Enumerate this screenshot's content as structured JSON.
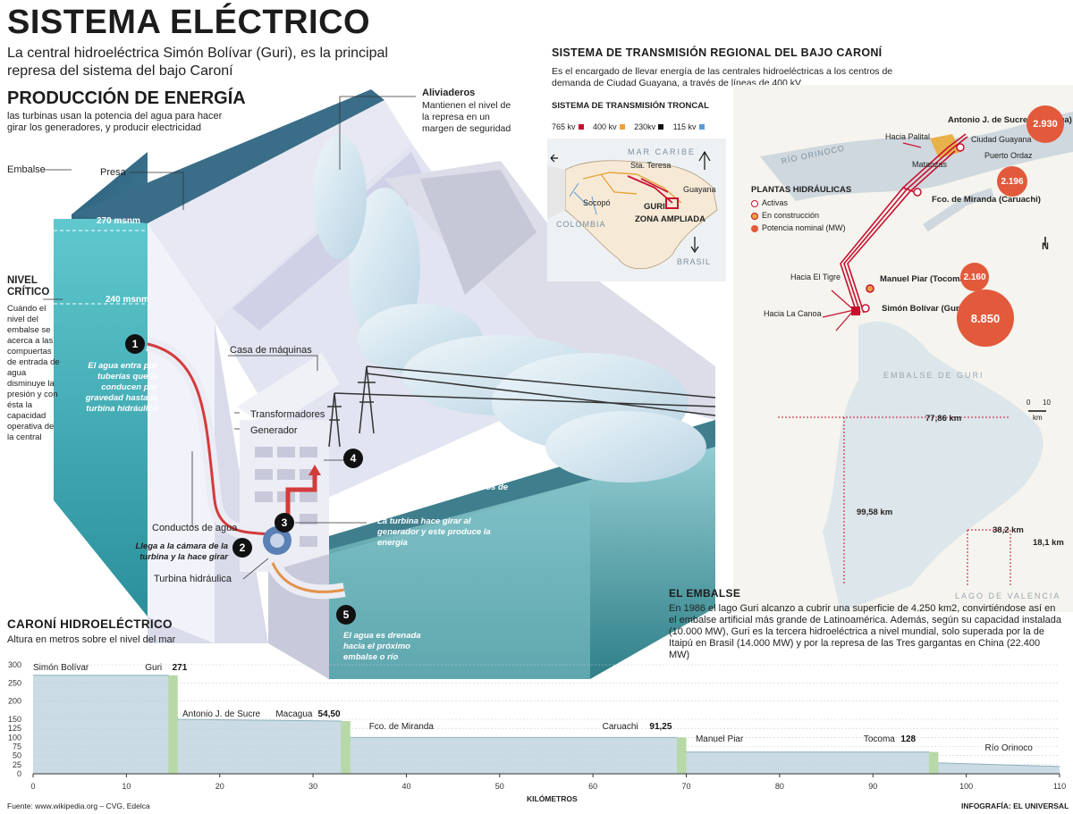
{
  "header": {
    "title": "SISTEMA ELÉCTRICO",
    "subtitle": "La central hidroeléctrica Simón Bolívar (Guri), es la principal represa del sistema del bajo Caroní"
  },
  "production": {
    "title": "PRODUCCIÓN DE ENERGÍA",
    "description": "las turbinas usan la potencia del agua para hacer girar los generadores, y producir electricidad"
  },
  "dam_labels": {
    "embalse": "Embalse",
    "presa": "Presa",
    "level_270": "270 msnm",
    "level_240": "240 msnm",
    "nivel_critico_title": "NIVEL CRÍTICO",
    "nivel_critico_text": "Cuándo el nivel del embalse se acerca a las compuertas de entrada de agua disminuye la presión y con ésta la capacidad operativa de la central",
    "aliviaderos_title": "Aliviaderos",
    "aliviaderos_text": "Mantienen el nivel de la represa en un margen de seguridad",
    "casa_maquinas": "Casa de máquinas",
    "transformadores": "Transformadores",
    "generador": "Generador",
    "conductos": "Conductos de agua",
    "turbina": "Turbina hidráulica"
  },
  "steps": [
    {
      "num": "1",
      "text": "El agua entra por tuberías que la conducen por gravedad hasta la turbina hidráulica"
    },
    {
      "num": "2",
      "text": "Llega a la cámara de la turbina y la hace girar"
    },
    {
      "num": "3",
      "text": "La turbina hace girar al generador y este produce la energía"
    },
    {
      "num": "4",
      "text": "La electricidad se transforma y es distribuida hasta los centros de consumo"
    },
    {
      "num": "5",
      "text": "El agua es drenada hacia el próximo embalse o río"
    }
  ],
  "transmission": {
    "title": "SISTEMA DE TRANSMISIÓN REGIONAL DEL BAJO CARONÍ",
    "description": "Es el encargado de llevar energía de las centrales hidroeléctricas a los centros de demanda de Ciudad Guayana, a través de líneas de 400 kV",
    "troncal_title": "SISTEMA DE TRANSMISIÓN TRONCAL",
    "legend": [
      {
        "label": "765 kv",
        "color": "#c8102e"
      },
      {
        "label": "400 kv",
        "color": "#e8a33d"
      },
      {
        "label": "230kv",
        "color": "#111111"
      },
      {
        "label": "115 kv",
        "color": "#5b9bd5"
      }
    ],
    "inset_labels": {
      "mar_caribe": "MAR CARIBE",
      "sta_teresa": "Sta. Teresa",
      "socopo": "Socopó",
      "guayana": "Guayana",
      "guri": "GURI",
      "zona": "ZONA AMPLIADA",
      "colombia": "COLOMBIA",
      "brasil": "BRASIL"
    },
    "plants_title": "PLANTAS HIDRÁULICAS",
    "plants_legend": [
      {
        "label": "Activas",
        "color": "#ffffff",
        "border": "#c8102e"
      },
      {
        "label": "En construcción",
        "color": "#e8a33d",
        "border": "#c8102e"
      },
      {
        "label": "Potencia nominal (MW)",
        "color": "#e25a3b",
        "border": "#e25a3b"
      }
    ],
    "map_labels": {
      "rio_orinoco": "RÍO ORINOCO",
      "hacia_palital": "Hacia Palital",
      "ciudad_guayana": "Ciudad Guayana",
      "puerto_ordaz": "Puerto Ordaz",
      "matanzas": "Matanzas",
      "hacia_el_tigre": "Hacia El Tigre",
      "hacia_la_canoa": "Hacia La Canoa",
      "embalse_guri": "EMBALSE DE GURI",
      "lago_valencia": "LAGO DE VALENCIA",
      "north": "N",
      "scale_0": "0",
      "scale_10": "10",
      "scale_unit": "km"
    },
    "plants": [
      {
        "name": "Antonio J. de Sucre (Macagua)",
        "mw": "2.930"
      },
      {
        "name": "Fco. de Miranda (Caruachi)",
        "mw": "2.196"
      },
      {
        "name": "Manuel Piar (Tocoma)",
        "mw": "2.160"
      },
      {
        "name": "Simón Bolívar (Guri)",
        "mw": "8.850"
      }
    ],
    "distances": [
      "77,86 km",
      "99,58 km",
      "38,2 km",
      "18,1 km"
    ]
  },
  "embalse": {
    "title": "EL EMBALSE",
    "text": "En 1986 el lago Guri alcanzo a cubrir una superficie de 4.250 km2, convirtiéndose así en el embalse artificial más grande de Latinoamérica. Además, según su capacidad instalada (10.000 MW), Guri es la tercera hidroeléctrica a nivel mundial, solo superada por la de Itaipú en Brasil (14.000 MW) y por la represa de las Tres gargantas en China (22.400 MW)"
  },
  "chart_data": {
    "type": "area",
    "title": "CARONÍ HIDROELÉCTRICO",
    "subtitle": "Altura en metros sobre el nivel del mar",
    "xlabel": "KILÓMETROS",
    "ylabel": "",
    "xlim": [
      0,
      110
    ],
    "ylim": [
      0,
      300
    ],
    "xticks": [
      0,
      10,
      20,
      30,
      40,
      50,
      60,
      70,
      80,
      90,
      100,
      110
    ],
    "yticks": [
      0,
      25,
      50,
      75,
      100,
      125,
      150,
      200,
      250,
      300
    ],
    "grid": true,
    "profile": {
      "x": [
        0,
        14.5,
        15.5,
        33,
        34,
        69,
        70,
        96,
        97,
        110
      ],
      "y": [
        271,
        271,
        150,
        145,
        100,
        100,
        60,
        60,
        30,
        20
      ]
    },
    "annotations": [
      {
        "label": "Simón Bolívar",
        "x": 0,
        "value": ""
      },
      {
        "label": "Guri",
        "x": 12,
        "value": "271"
      },
      {
        "label": "Antonio J. de Sucre",
        "x": 16,
        "value": ""
      },
      {
        "label": "Macagua",
        "x": 26,
        "value": "54,50"
      },
      {
        "label": "Fco. de Miranda",
        "x": 36,
        "value": ""
      },
      {
        "label": "Caruachi",
        "x": 61,
        "value": "91,25"
      },
      {
        "label": "Manuel Piar",
        "x": 71,
        "value": ""
      },
      {
        "label": "Tocoma",
        "x": 89,
        "value": "128"
      },
      {
        "label": "Río Orinoco",
        "x": 102,
        "value": ""
      }
    ]
  },
  "footer": {
    "source": "Fuente: www.wikipedia.org  –  CVG, Edelca",
    "credit": "INFOGRAFÍA: EL UNIVERSAL"
  }
}
